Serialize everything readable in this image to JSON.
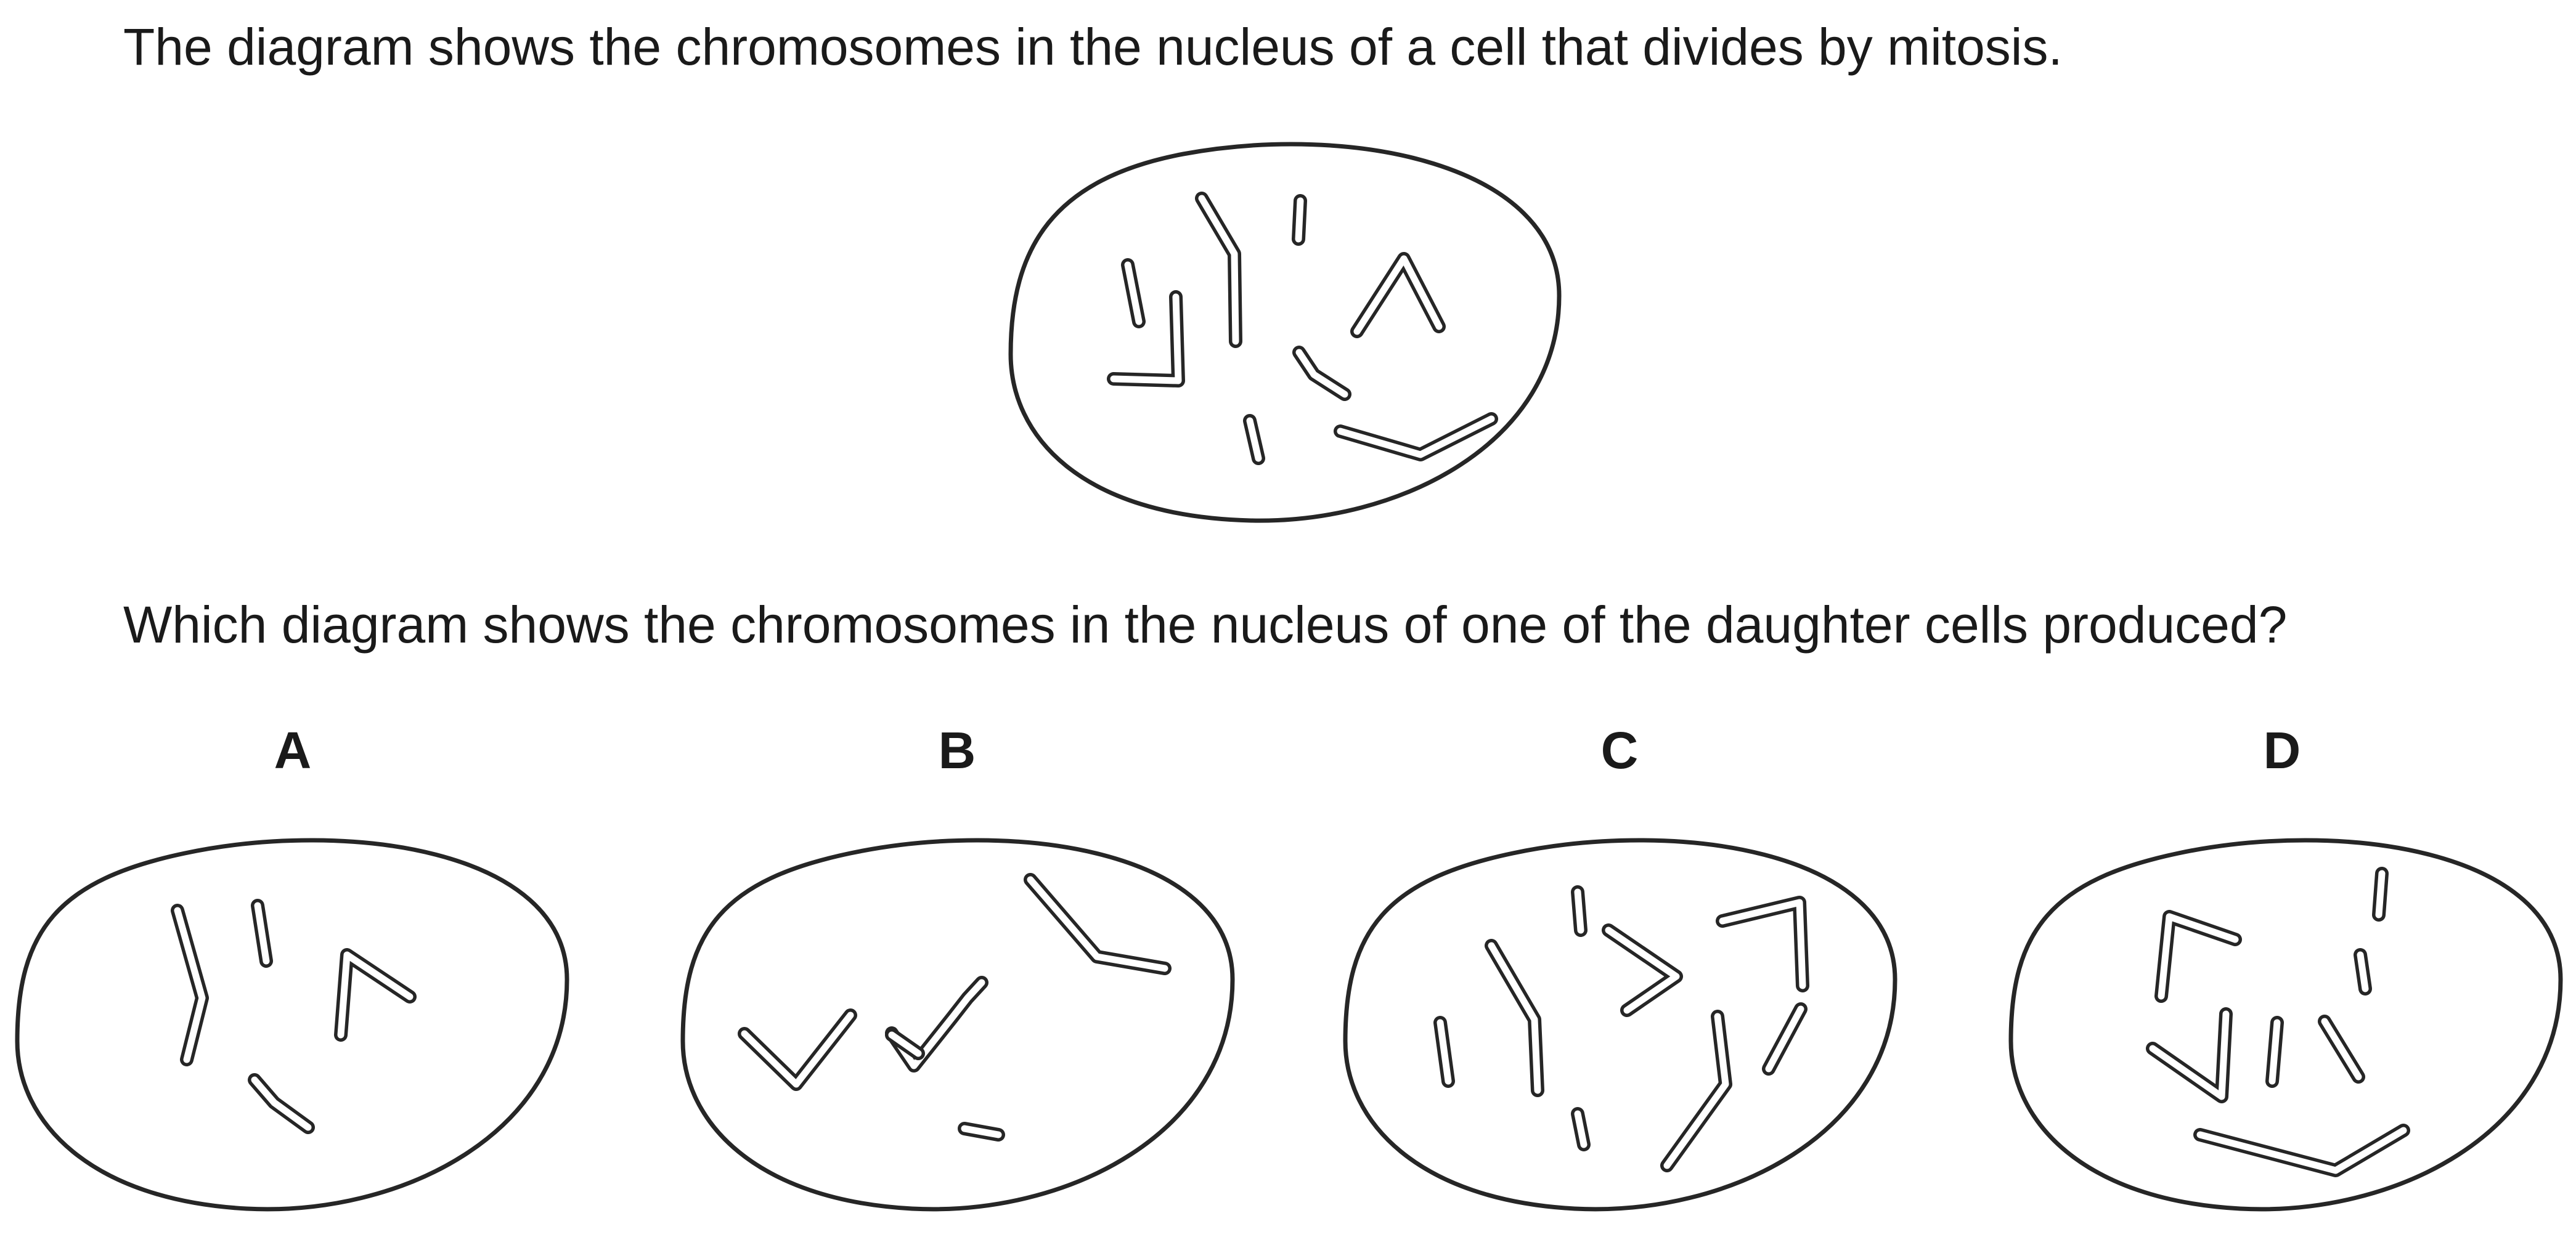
{
  "question": {
    "intro": "The diagram shows the chromosomes in the nucleus of a cell that divides by mitosis.",
    "prompt": "Which diagram shows the chromosomes in the nucleus of one of the daughter cells produced?"
  },
  "options": [
    {
      "letter": "A"
    },
    {
      "letter": "B"
    },
    {
      "letter": "C"
    },
    {
      "letter": "D"
    }
  ],
  "colors": {
    "ink": "#262626",
    "background": "#ffffff"
  }
}
